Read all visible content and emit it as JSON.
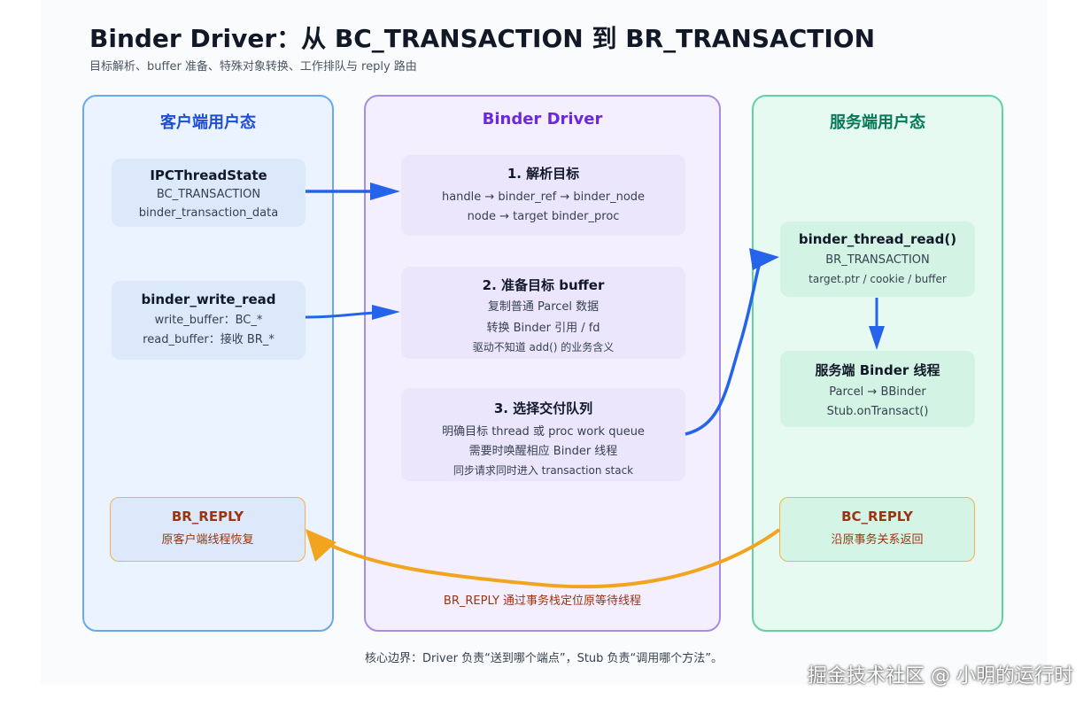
{
  "title": "Binder Driver：从 BC_TRANSACTION 到 BR_TRANSACTION",
  "subtitle": "目标解析、buffer 准备、特殊对象转换、工作排队与 reply 路由",
  "columns": {
    "client": "客户端用户态",
    "driver": "Binder Driver",
    "server": "服务端用户态"
  },
  "client_boxes": [
    {
      "title": "IPCThreadState",
      "lines": [
        "BC_TRANSACTION",
        "binder_transaction_data"
      ]
    },
    {
      "title": "binder_write_read",
      "lines": [
        "write_buffer：BC_*",
        "read_buffer：接收 BR_*"
      ]
    }
  ],
  "driver_boxes": [
    {
      "title": "1. 解析目标",
      "lines": [
        "handle → binder_ref → binder_node",
        "node → target binder_proc"
      ]
    },
    {
      "title": "2. 准备目标 buffer",
      "lines": [
        "复制普通 Parcel 数据",
        "转换 Binder 引用 / fd",
        "驱动不知道 add() 的业务含义"
      ]
    },
    {
      "title": "3. 选择交付队列",
      "lines": [
        "明确目标 thread 或 proc work queue",
        "需要时唤醒相应 Binder 线程",
        "同步请求同时进入 transaction stack"
      ]
    }
  ],
  "server_boxes": [
    {
      "title": "binder_thread_read()",
      "lines": [
        "BR_TRANSACTION",
        "target.ptr / cookie / buffer"
      ]
    },
    {
      "title": "服务端 Binder 线程",
      "lines": [
        "Parcel → BBinder",
        "Stub.onTransact()"
      ]
    }
  ],
  "reply": {
    "client_title": "BR_REPLY",
    "client_line": "原客户端线程恢复",
    "server_title": "BC_REPLY",
    "server_line": "沿原事务关系返回",
    "driver_note": "BR_REPLY 通过事务栈定位原等待线程"
  },
  "footer": "核心边界：Driver 负责“送到哪个端点”，Stub 负责“调用哪个方法”。",
  "watermark": "掘金技术社区 @ 小明的运行时",
  "colors": {
    "blue_arrow": "#2563eb",
    "orange_arrow": "#f2a41e"
  }
}
